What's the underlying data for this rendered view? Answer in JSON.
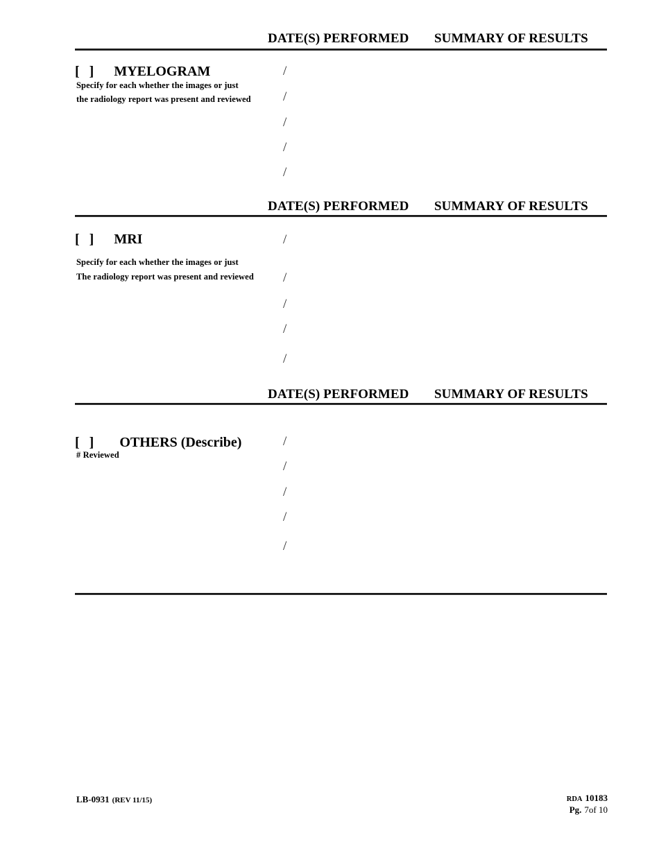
{
  "document": {
    "form_number": "LB-0931",
    "revision": "(REV 11/15)",
    "rda_word": "RDA",
    "rda_number": "10183",
    "page_word": "Pg.",
    "page_value": "7of 10"
  },
  "columns": {
    "dates_performed": "DATE(S) PERFORMED",
    "summary_of_results": "SUMMARY OF RESULTS"
  },
  "date_separator": "/",
  "checkbox": {
    "open_bracket": "[",
    "close_bracket": "]"
  },
  "sections": [
    {
      "id": "myelogram",
      "title": "MYELOGRAM",
      "notes": [
        "Specify for each whether the images or just",
        "the radiology report was present and reviewed"
      ],
      "date_rows": [
        "/",
        "/",
        "/",
        "/",
        "/"
      ]
    },
    {
      "id": "mri",
      "title": "MRI",
      "notes": [
        "Specify for each whether the images or just",
        "The radiology report was present and reviewed"
      ],
      "date_rows": [
        "/",
        "/",
        "/",
        "/",
        "/"
      ]
    },
    {
      "id": "others",
      "title": "OTHERS (Describe)",
      "notes": [
        "# Reviewed"
      ],
      "date_rows": [
        "/",
        "/",
        "/",
        "/",
        "/"
      ]
    }
  ]
}
